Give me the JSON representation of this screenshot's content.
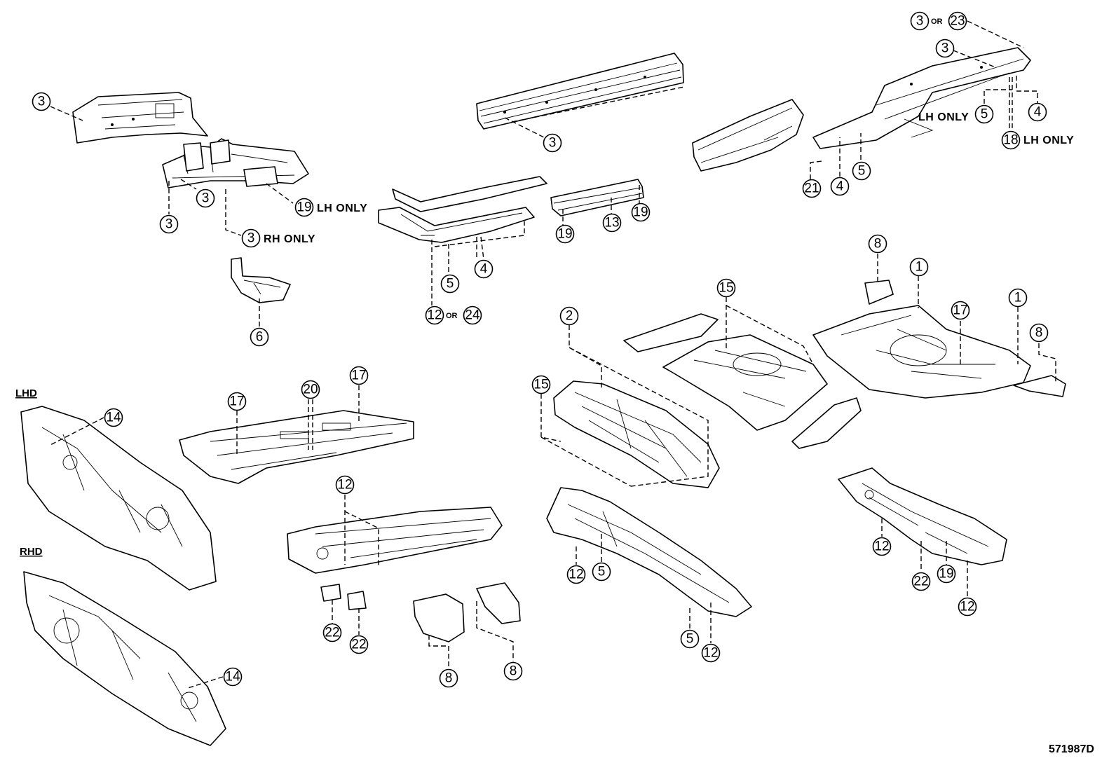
{
  "notes": {
    "lh_only": "LH ONLY",
    "rh_only": "RH ONLY",
    "or": "OR"
  },
  "headings": {
    "lhd": "LHD",
    "rhd": "RHD"
  },
  "figure_code": "571987D",
  "callouts": {
    "c01": "3",
    "c02": "3",
    "c03": "3",
    "c04": "19",
    "c05": "3",
    "c06": "6",
    "c07": "3",
    "c08": "5",
    "c09": "4",
    "c10": "12",
    "c11": "24",
    "c12": "19",
    "c13": "13",
    "c14": "19",
    "c15": "3",
    "c16": "23",
    "c17": "3",
    "c18": "5",
    "c19": "4",
    "c20": "18",
    "c21": "21",
    "c22": "4",
    "c23": "5",
    "c24": "8",
    "c25": "1",
    "c26": "17",
    "c27": "1",
    "c28": "8",
    "c29": "15",
    "c30": "2",
    "c31": "15",
    "c32": "14",
    "c33": "14",
    "c34": "17",
    "c35": "20",
    "c36": "17",
    "c37": "12",
    "c38": "22",
    "c39": "22",
    "c40": "8",
    "c41": "8",
    "c42": "12",
    "c43": "5",
    "c44": "5",
    "c45": "12",
    "c46": "12",
    "c47": "22",
    "c48": "19",
    "c49": "12"
  }
}
